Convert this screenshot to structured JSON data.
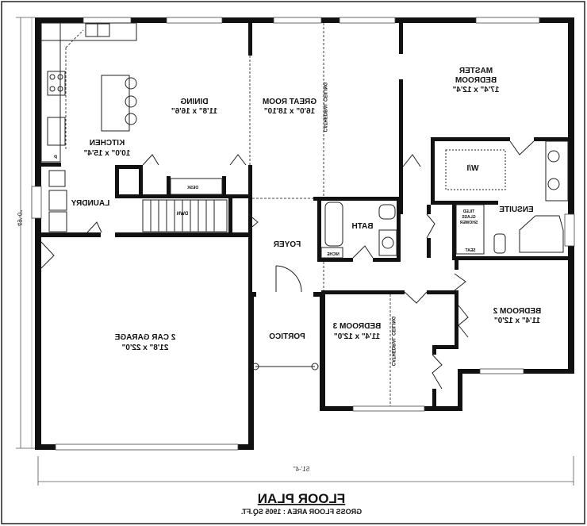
{
  "rooms": {
    "dining": {
      "name": "DINING",
      "size": "11'8\" x 16'6\""
    },
    "great_room": {
      "name": "GREAT ROOM",
      "size": "16'0\" x 18'10\""
    },
    "kitchen": {
      "name": "KITCHEN",
      "size": "10'0\" x 15'4\""
    },
    "laundry": {
      "name": "LAUNDRY"
    },
    "desk": {
      "name": "DESK"
    },
    "stairs": {
      "name": "DWN"
    },
    "pantry": {
      "name": "P"
    },
    "master": {
      "name1": "MASTER",
      "name2": "BEDROOM",
      "size": "17'4\" x 12'4\""
    },
    "walk_in": {
      "name": "W/I"
    },
    "ensuite": {
      "name": "ENSUITE"
    },
    "shower": {
      "line1": "TILED",
      "line2": "GLASS",
      "line3": "SHOWER"
    },
    "seat": {
      "name": "SEAT"
    },
    "bath": {
      "name": "BATH"
    },
    "niche": {
      "name": "NICHE"
    },
    "foyer": {
      "name": "FOYER"
    },
    "garage": {
      "name": "2 CAR GARAGE",
      "size": "21'8\" x 22'0\""
    },
    "portico": {
      "name": "PORTICO"
    },
    "bedroom3": {
      "name": "BEDROOM 3",
      "size": "11'4\" x 12'0\""
    },
    "bedroom2": {
      "name": "BEDROOM 2",
      "size": "11'4\" x 12'0\""
    }
  },
  "ceilings": {
    "great_room": "CATHEDRAL CEILING",
    "bedroom3": "CATHEDRAL CEILING"
  },
  "dimensions": {
    "width": "51'-4\"",
    "depth": "49'-0\""
  },
  "title": {
    "heading": "FLOOR PLAN",
    "subtitle": "GROSS FLOOR AREA : 1905 SQ.FT."
  },
  "mirrored": true
}
